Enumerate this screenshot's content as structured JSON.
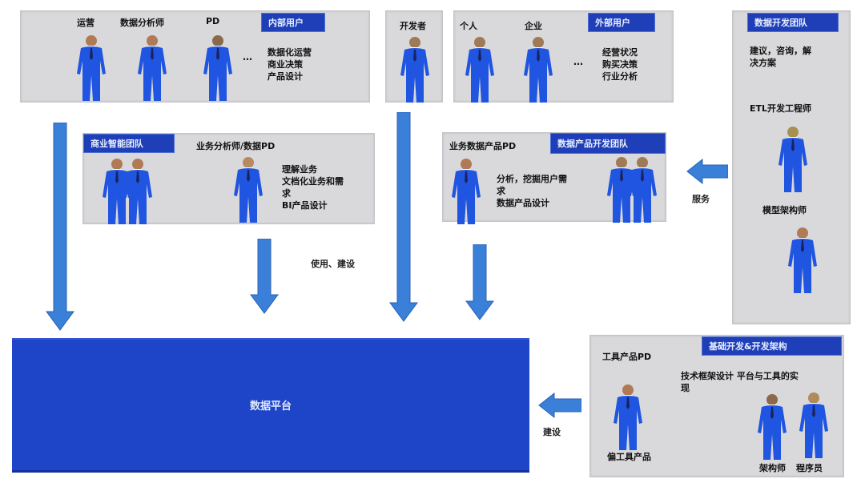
{
  "colors": {
    "panel_bg": "#d9d9db",
    "tag_bg": "#1f3fb8",
    "platform_bg": "#1e44c8",
    "arrow": "#3a7fd8",
    "suit": "#1f55e0"
  },
  "internal_users": {
    "tag": "内部用户",
    "roles": [
      "运营",
      "数据分析师",
      "PD"
    ],
    "ellipsis": "…",
    "needs": [
      "数据化运营",
      "商业决策",
      "产品设计"
    ]
  },
  "developer": {
    "role": "开发者"
  },
  "external_users": {
    "tag": "外部用户",
    "roles": [
      "个人",
      "企业"
    ],
    "ellipsis": "…",
    "needs": [
      "经营状况",
      "购买决策",
      "行业分析"
    ]
  },
  "data_dev_team": {
    "tag": "数据开发团队",
    "desc": [
      "建议，咨询，解",
      "决方案"
    ],
    "roles": [
      "ETL开发工程师",
      "模型架构师"
    ]
  },
  "bi_team": {
    "tag": "商业智能团队",
    "role": "业务分析师/数据PD",
    "desc": [
      "理解业务",
      "文档化业务和需",
      "求",
      "BI产品设计"
    ]
  },
  "data_product_team": {
    "tag": "数据产品开发团队",
    "role": "业务数据产品PD",
    "desc": [
      "分析，挖掘用户需",
      "求",
      "数据产品设计"
    ]
  },
  "infra_team": {
    "tag": "基础开发&开发架构",
    "role": "工具产品PD",
    "desc": [
      "技术框架设计 平台与工具的实",
      "现"
    ],
    "person_labels": [
      "偏工具产品",
      "架构师",
      "程序员"
    ]
  },
  "annotations": {
    "use_build": "使用、建设",
    "service": "服务",
    "build": "建设"
  },
  "platform": {
    "label": "数据平台"
  }
}
